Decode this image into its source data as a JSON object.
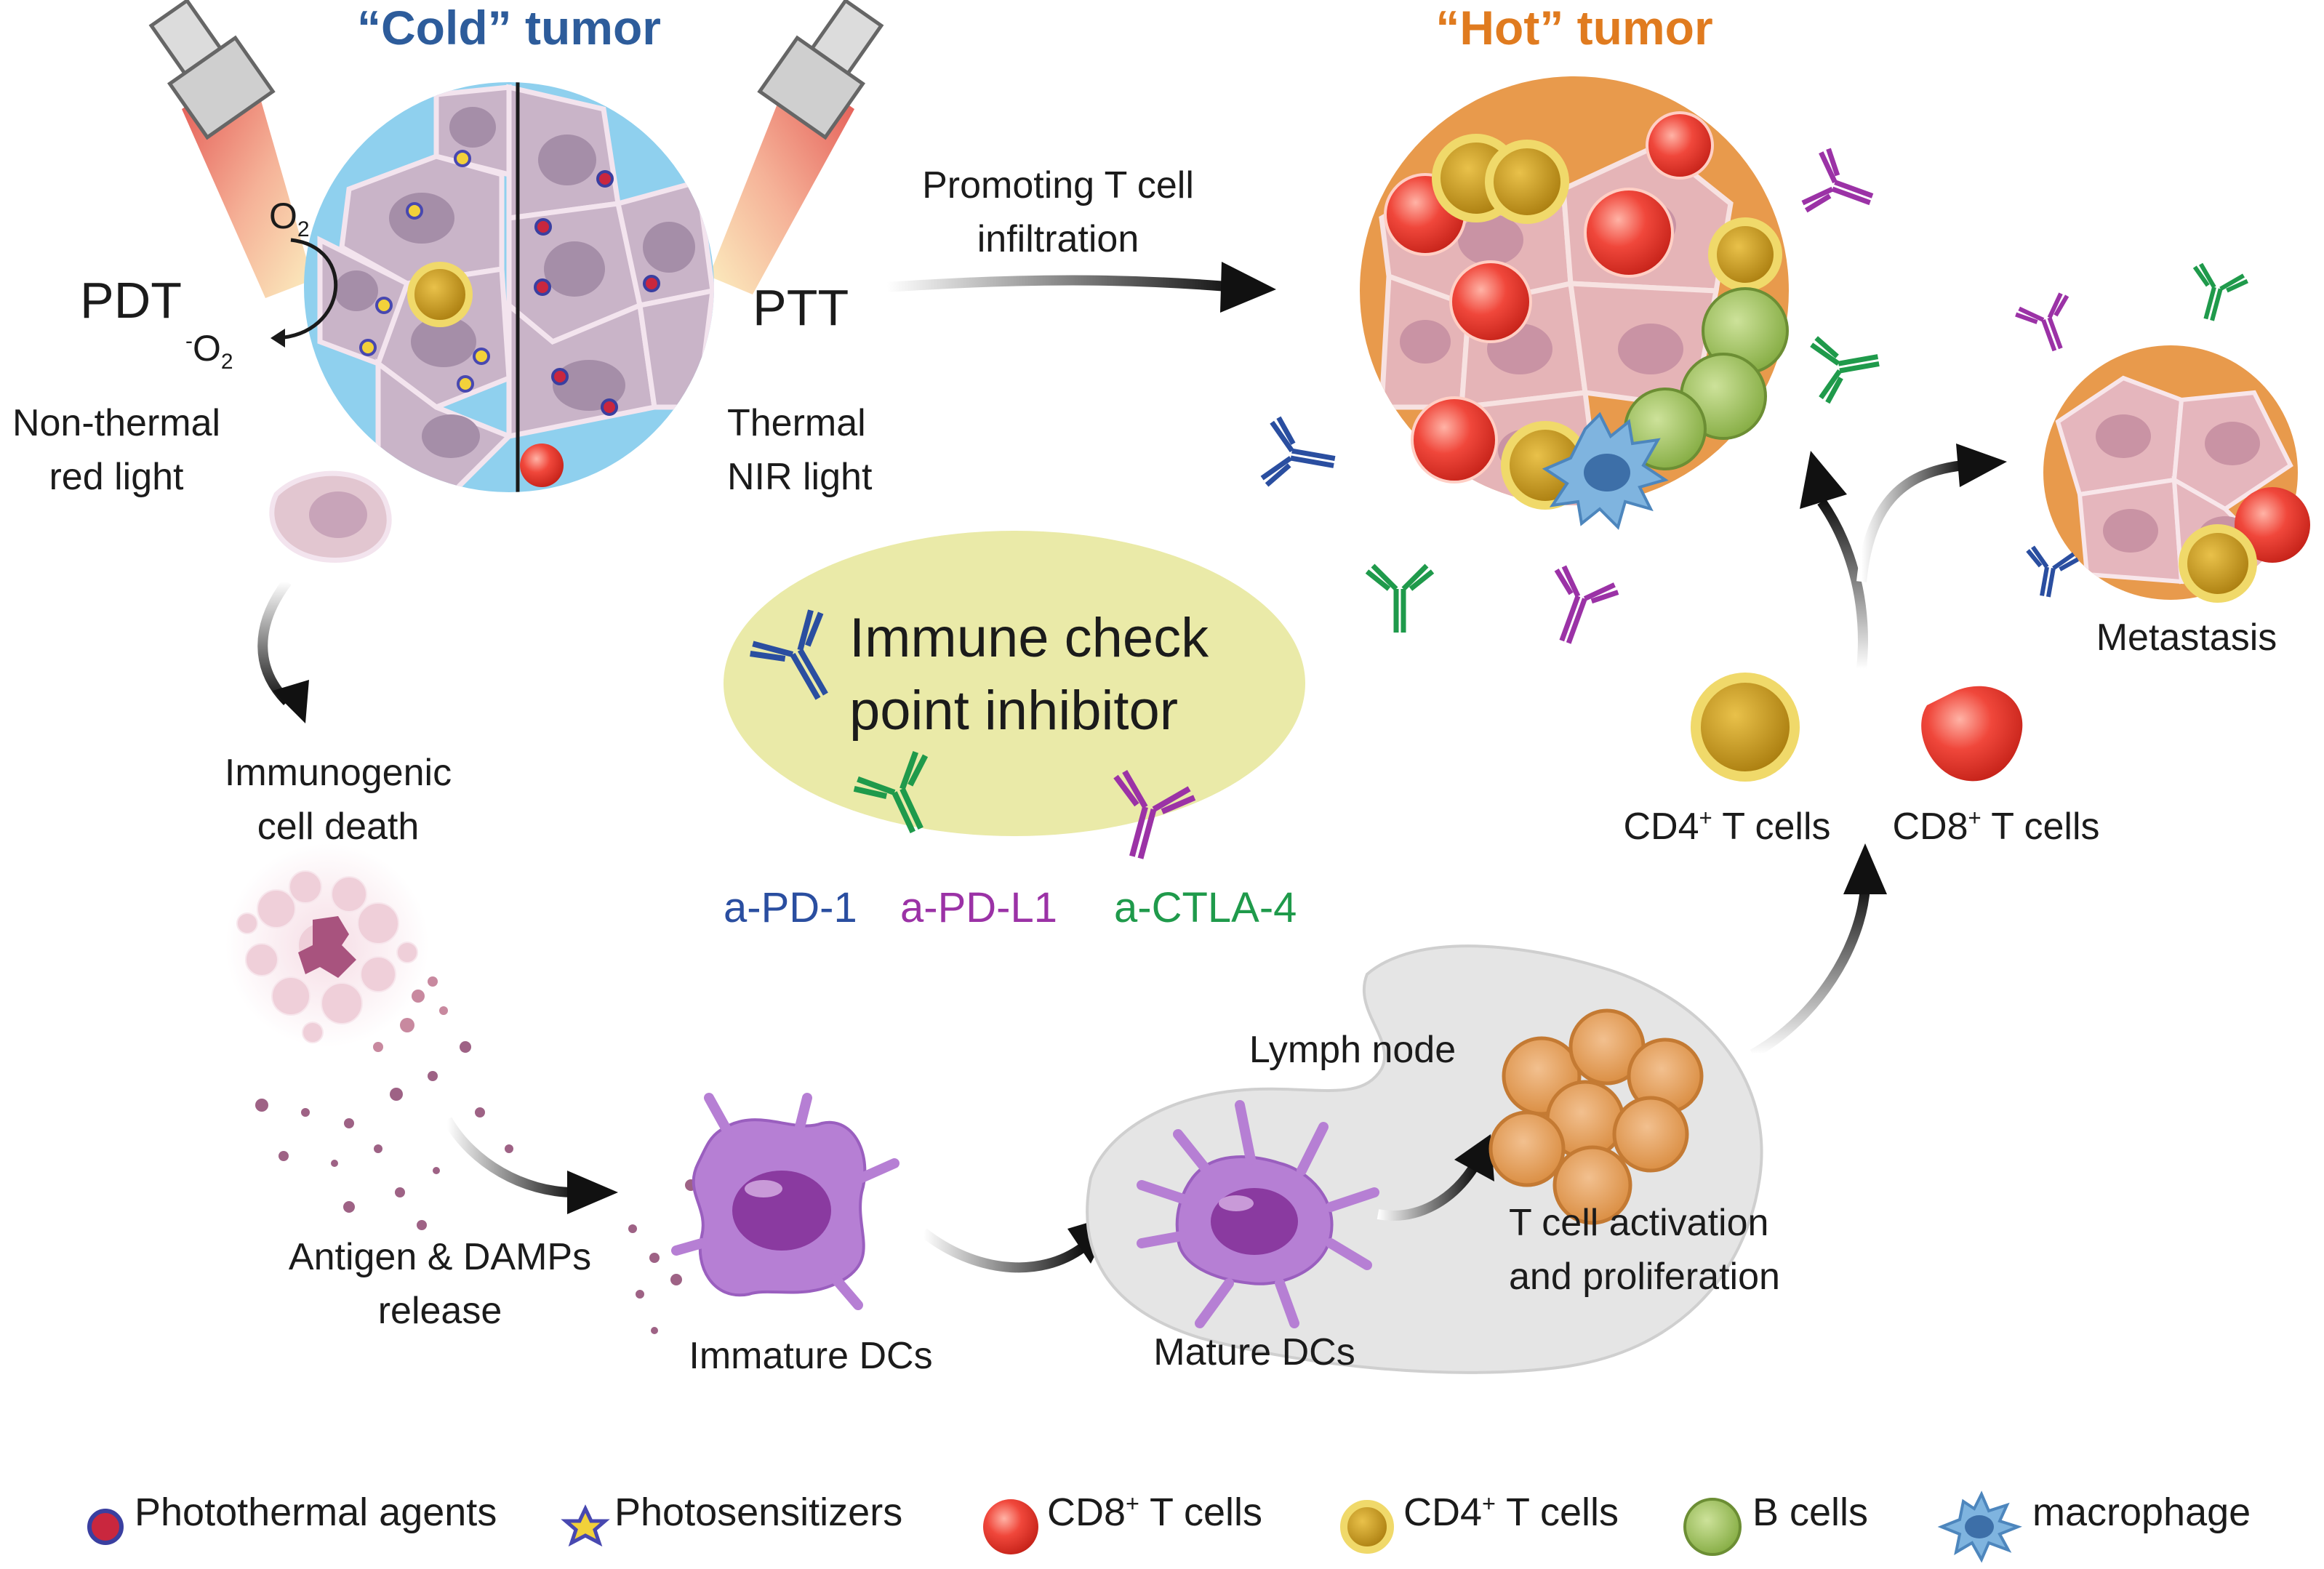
{
  "titles": {
    "cold": "“Cold” tumor",
    "hot": "“Hot” tumor"
  },
  "therapy": {
    "pdt": "PDT",
    "ptt": "PTT",
    "o2": "O",
    "o2_sub": "2",
    "singlet_pre": "-",
    "singlet": "O",
    "singlet_sub": "2",
    "pdt_light_1": "Non-thermal",
    "pdt_light_2": "red light",
    "ptt_light_1": "Thermal",
    "ptt_light_2": "NIR light"
  },
  "steps": {
    "promoting_1": "Promoting T cell",
    "promoting_2": "infiltration",
    "icd_1": "Immunogenic",
    "icd_2": "cell death",
    "antigen_1": "Antigen & DAMPs",
    "antigen_2": "release",
    "immature_dcs": "Immature DCs",
    "lymph_node": "Lymph node",
    "mature_dcs": "Mature DCs",
    "activation_1": "T cell activation",
    "activation_2": "and proliferation",
    "cd4_pre": "CD4",
    "cd4_sup": "+",
    "cd4_post": " T cells",
    "cd8_pre": "CD8",
    "cd8_sup": "+",
    "cd8_post": " T cells",
    "metastasis": "Metastasis"
  },
  "inhibitor": {
    "line1": "Immune check",
    "line2": "point inhibitor",
    "antibodies": [
      {
        "label": "a-PD-1",
        "color": "#2a4ea0"
      },
      {
        "label": "a-PD-L1",
        "color": "#9b32a6"
      },
      {
        "label": "a-CTLA-4",
        "color": "#1f9a4b"
      }
    ]
  },
  "legend": [
    {
      "icon": "photothermal-agent-icon",
      "label": "Photothermal agents"
    },
    {
      "icon": "photosensitizer-icon",
      "label": "Photosensitizers"
    },
    {
      "icon": "cd8-t-cell-icon",
      "label_pre": "CD8",
      "label_sup": "+",
      "label_post": " T cells"
    },
    {
      "icon": "cd4-t-cell-icon",
      "label_pre": "CD4",
      "label_sup": "+",
      "label_post": " T cells"
    },
    {
      "icon": "b-cell-icon",
      "label": "B cells"
    },
    {
      "icon": "macrophage-icon",
      "label": "macrophage"
    }
  ],
  "colors": {
    "cold_title": "#2d5c9b",
    "hot_title": "#e07b1f",
    "cold_bg": "#8fd0ee",
    "hot_bg": "#e89a4c",
    "tumor_cell": "#d9b9c2",
    "cd8": "#e8392f",
    "cd4": "#c49414",
    "b_cell": "#9cbf5a",
    "dc": "#b67fd4",
    "inhibitor_bg": "#eaeaa8",
    "pd1": "#2a4ea0",
    "pdl1": "#9b32a6",
    "ctla4": "#1f9a4b"
  }
}
